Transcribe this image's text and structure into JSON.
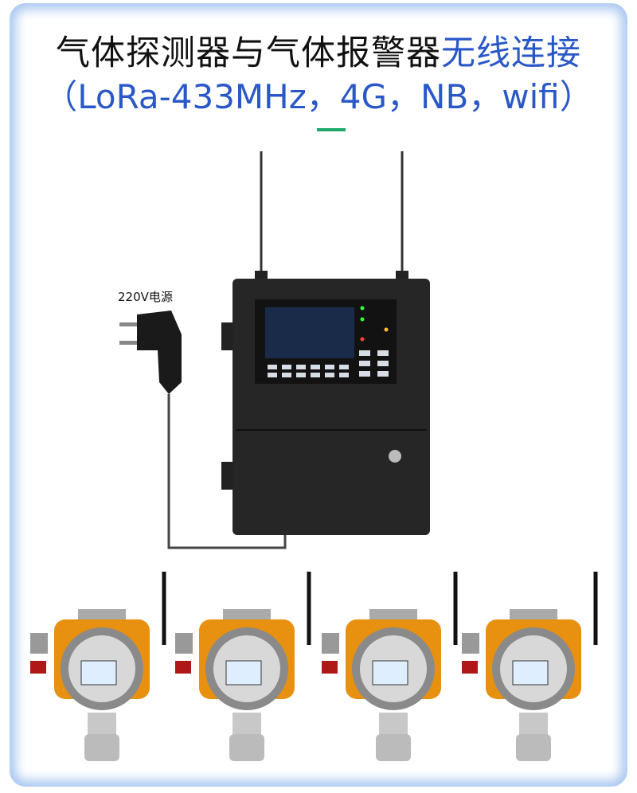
{
  "title": {
    "line1_black": "气体探测器与气体报警器",
    "line1_blue": "无线连接",
    "line2": "（LoRa-433MHz，4G，NB，wifi）"
  },
  "power_label": "220V电源",
  "colors": {
    "accent_blue": "#2a58c8",
    "accent_green": "#1fa86a",
    "detector_orange": "#e8900f"
  },
  "devices": {
    "controller": "gas-alarm-controller",
    "detector_count": 4
  }
}
